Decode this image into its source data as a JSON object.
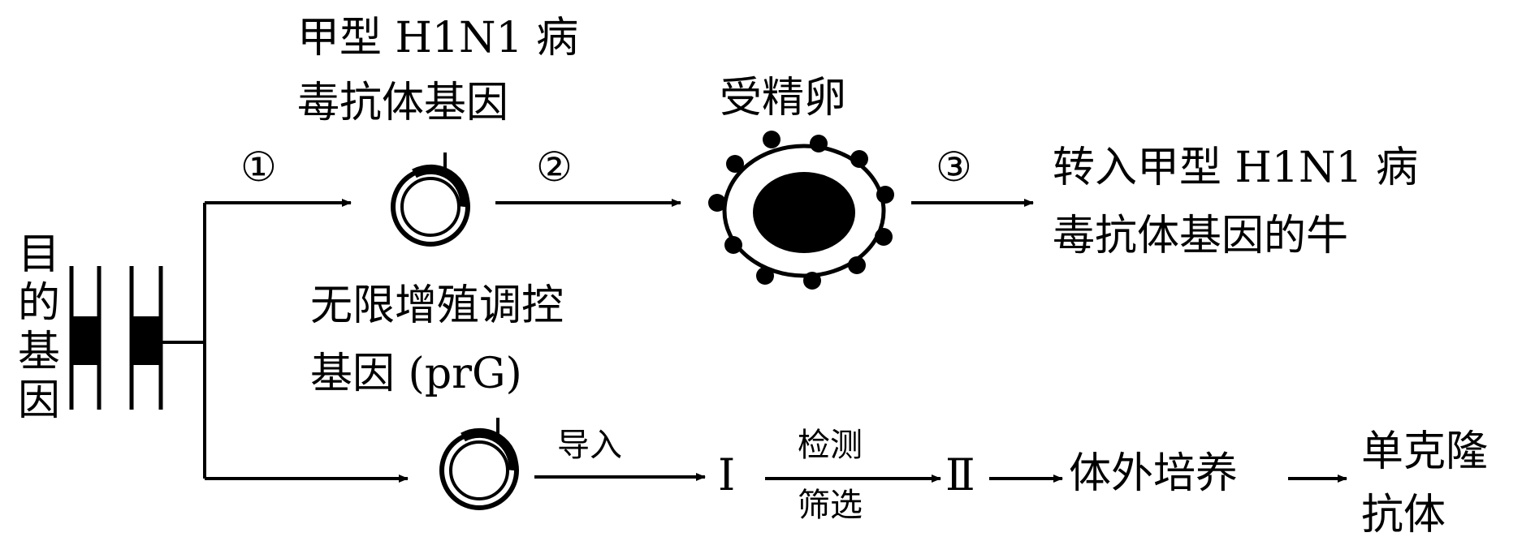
{
  "labels": {
    "target_gene": [
      "目",
      "的",
      "基",
      "因"
    ],
    "antibody_gene": [
      "甲型 H1N1 病",
      "毒抗体基因"
    ],
    "fertilized_egg": "受精卵",
    "transgenic_cow": [
      "转入甲型 H1N1 病",
      "毒抗体基因的牛"
    ],
    "prg_gene": [
      "无限增殖调控",
      "基因 (prG)"
    ],
    "introduce": "导入",
    "cell_i": "Ⅰ",
    "detect": "检测",
    "screen": "筛选",
    "cell_ii": "Ⅱ",
    "in_vitro_culture": "体外培养",
    "monoclonal_antibody": [
      "单克隆",
      "抗体"
    ]
  },
  "steps": [
    "①",
    "②",
    "③"
  ],
  "icons": {
    "gene_strands": "dna-double-strand-icon",
    "plasmid": "plasmid-ring-icon",
    "egg": "fertilized-egg-icon"
  },
  "colors": {
    "ink": "#000000",
    "paper": "#ffffff"
  }
}
